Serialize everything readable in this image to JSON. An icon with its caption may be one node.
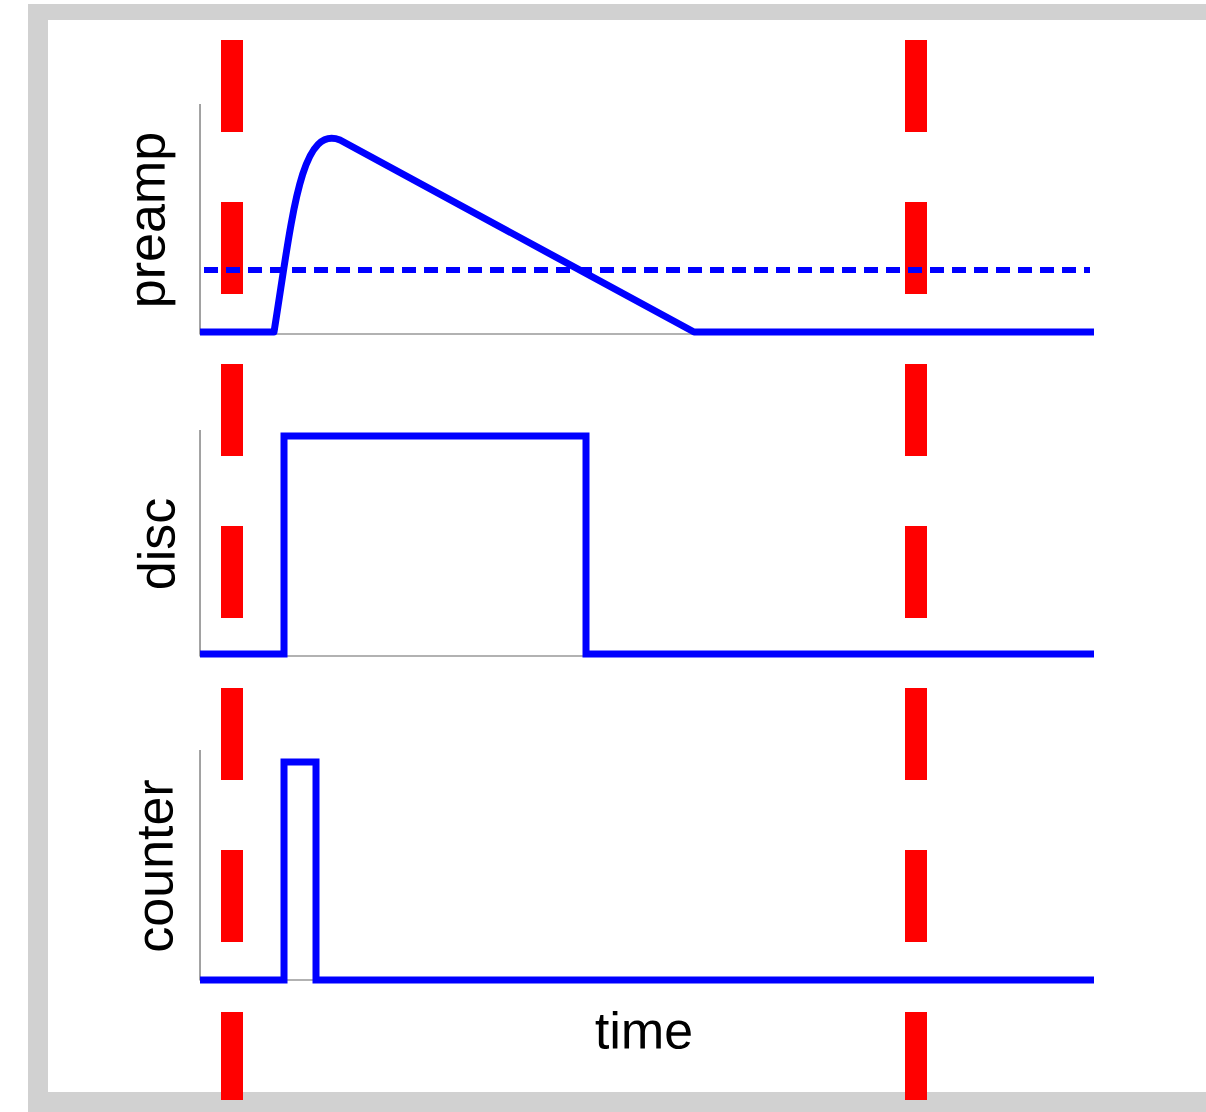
{
  "diagram": {
    "labels": [
      "preamp",
      "disc",
      "counter",
      "time"
    ]
  }
}
